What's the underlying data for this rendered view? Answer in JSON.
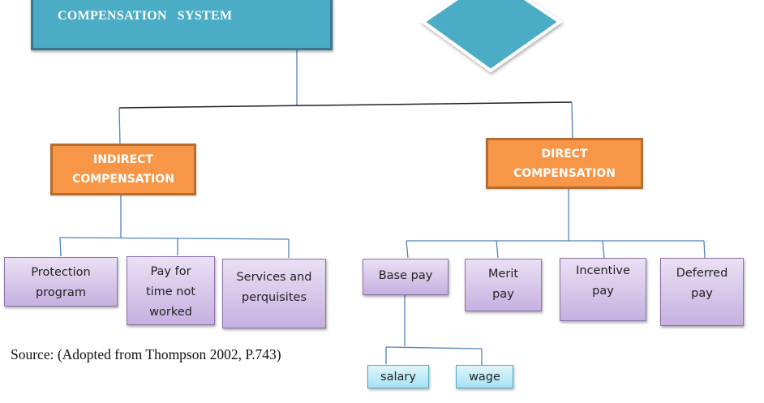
{
  "diagram": {
    "root": {
      "label": "COMPENSATION   SYSTEM",
      "color": "#4bacc6"
    },
    "branches": [
      {
        "label_lines": [
          "INDIRECT",
          "COMPENSATION"
        ],
        "color": "#f79646",
        "children": [
          {
            "label_lines": [
              "Protection",
              "program"
            ]
          },
          {
            "label_lines": [
              "Pay for",
              "time not",
              "worked"
            ]
          },
          {
            "label_lines": [
              "Services and",
              "perquisites"
            ]
          }
        ]
      },
      {
        "label_lines": [
          "DIRECT",
          "COMPENSATION"
        ],
        "color": "#f79646",
        "children": [
          {
            "label_lines": [
              "Base pay"
            ],
            "children": [
              {
                "label": "salary"
              },
              {
                "label": "wage"
              }
            ]
          },
          {
            "label_lines": [
              "Merit",
              "pay"
            ]
          },
          {
            "label_lines": [
              "Incentive",
              "pay"
            ]
          },
          {
            "label_lines": [
              "Deferred",
              "pay"
            ]
          }
        ]
      }
    ],
    "leaf_color": "#c6b0e0",
    "subleaf_color": "#a5e3f3",
    "connector_color": "#4f81bd"
  },
  "source_note": "Source: (Adopted from Thompson 2002, P.743)"
}
